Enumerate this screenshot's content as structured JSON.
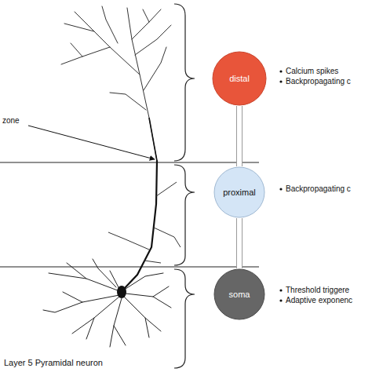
{
  "diagram": {
    "nodes": [
      {
        "text": [
          "distal"
        ]
      },
      {
        "text": [
          "proximal"
        ]
      },
      {
        "text": [
          "soma"
        ]
      }
    ],
    "edges": [
      {
        "from": 0,
        "to": 1,
        "arrow": "none"
      },
      {
        "from": 1,
        "to": 2,
        "arrow": "none"
      }
    ],
    "labels": [
      "zone",
      "Layer 5 Pyramidal neuron",
      "Calcium spikes",
      "Backpropagating c",
      "Backpropagating c",
      "Threshold triggere",
      "Adaptive exponenc"
    ]
  }
}
